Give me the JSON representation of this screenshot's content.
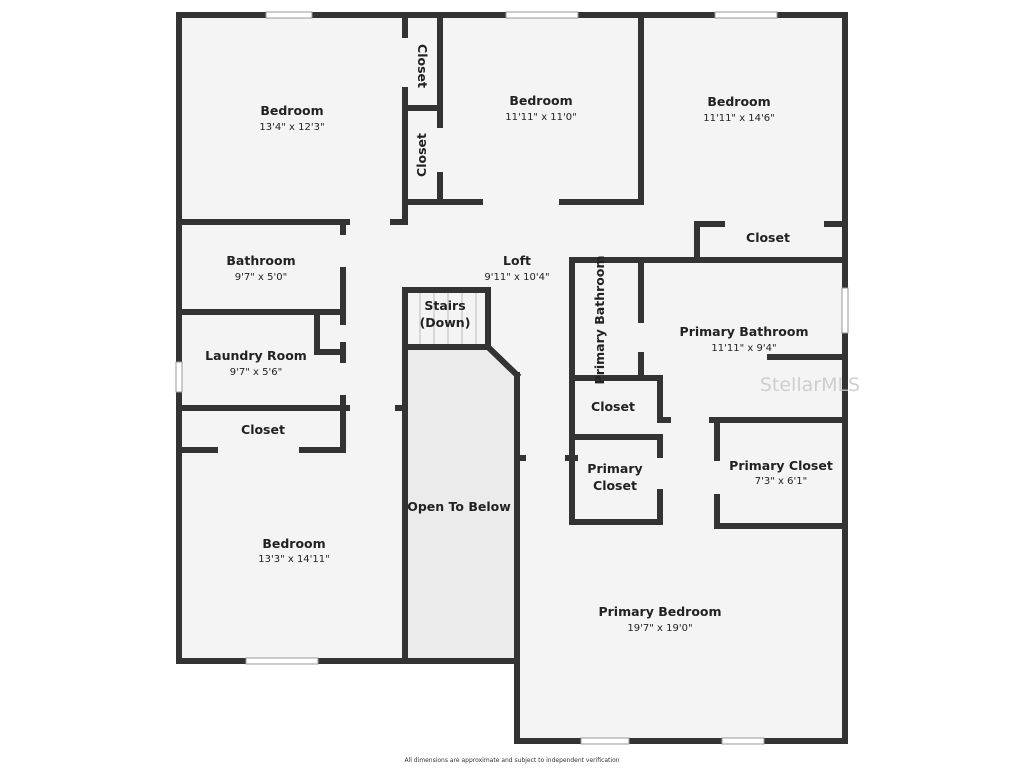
{
  "rooms": [
    {
      "name": "Bedroom",
      "dims": "13'4\" x 12'3\""
    },
    {
      "name": "Closet",
      "dims": ""
    },
    {
      "name": "Closet",
      "dims": ""
    },
    {
      "name": "Bedroom",
      "dims": "11'11\" x 11'0\""
    },
    {
      "name": "Bedroom",
      "dims": "11'11\" x 14'6\""
    },
    {
      "name": "Bathroom",
      "dims": "9'7\" x 5'0\""
    },
    {
      "name": "Loft",
      "dims": "9'11\" x 10'4\""
    },
    {
      "name": "Closet",
      "dims": ""
    },
    {
      "name": "Primary Bathroom",
      "dims": ""
    },
    {
      "name": "Primary Bathroom",
      "dims": "11'11\" x 9'4\""
    },
    {
      "name": "Laundry Room",
      "dims": "9'7\" x 5'6\""
    },
    {
      "name": "Stairs",
      "dims": "(Down)"
    },
    {
      "name": "Closet",
      "dims": ""
    },
    {
      "name": "Closet",
      "dims": ""
    },
    {
      "name": "Primary",
      "dims": "Closet"
    },
    {
      "name": "Primary Closet",
      "dims": "7'3\" x 6'1\""
    },
    {
      "name": "Open To Below",
      "dims": ""
    },
    {
      "name": "Bedroom",
      "dims": "13'3\" x 14'11\""
    },
    {
      "name": "Primary Bedroom",
      "dims": "19'7\" x 19'0\""
    }
  ],
  "watermark": "StellarMLS",
  "footer": "All dimensions are approximate and subject to independent verification",
  "colors": {
    "wall": "#333333",
    "floor": "#f4f4f4",
    "open_to_below": "#ebebeb"
  }
}
